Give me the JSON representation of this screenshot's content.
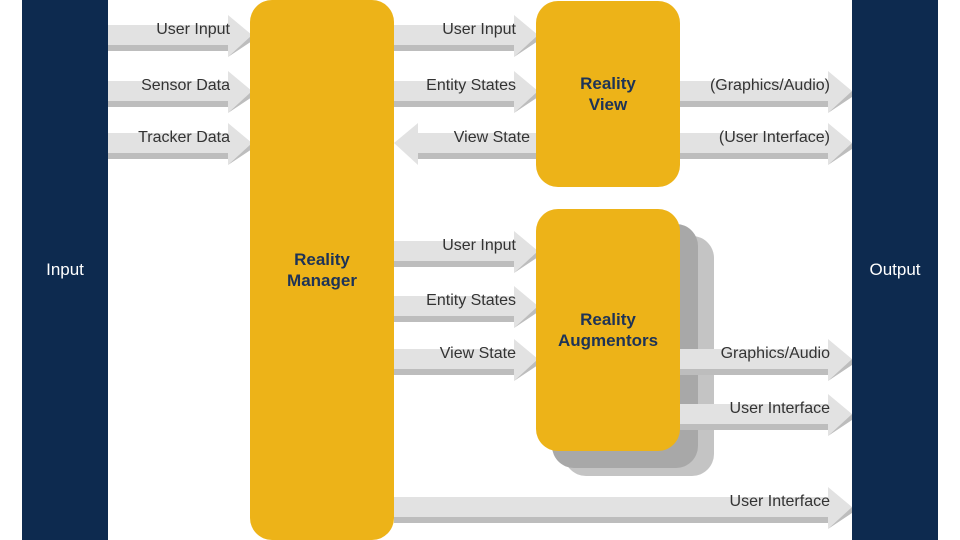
{
  "colors": {
    "side_bar": "#0d2a4f",
    "block": "#edb318",
    "block_text": "#1d3357",
    "shadow_1": "#a8a8a8",
    "shadow_2": "#c4c4c4",
    "arrow_body": "#e2e2e2",
    "arrow_head": "#e2e2e2",
    "arrow_shadow": "#bdbdbd"
  },
  "input_bar": {
    "label": "Input"
  },
  "output_bar": {
    "label": "Output"
  },
  "reality_manager": {
    "label": "Reality\nManager"
  },
  "reality_view": {
    "label": "Reality\nView"
  },
  "reality_augmentors": {
    "label": "Reality\nAugmentors"
  },
  "arrows": {
    "input_user_input": "User Input",
    "input_sensor_data": "Sensor Data",
    "input_tracker_data": "Tracker Data",
    "rm_rv_user_input": "User Input",
    "rm_rv_entity_states": "Entity States",
    "rv_rm_view_state": "View State",
    "rv_graphics_audio": "(Graphics/Audio)",
    "rv_user_interface": "(User Interface)",
    "rm_ra_user_input": "User Input",
    "rm_ra_entity_states": "Entity States",
    "rm_ra_view_state": "View State",
    "ra_graphics_audio": "Graphics/Audio",
    "ra_user_interface": "User Interface",
    "rm_user_interface": "User Interface"
  }
}
